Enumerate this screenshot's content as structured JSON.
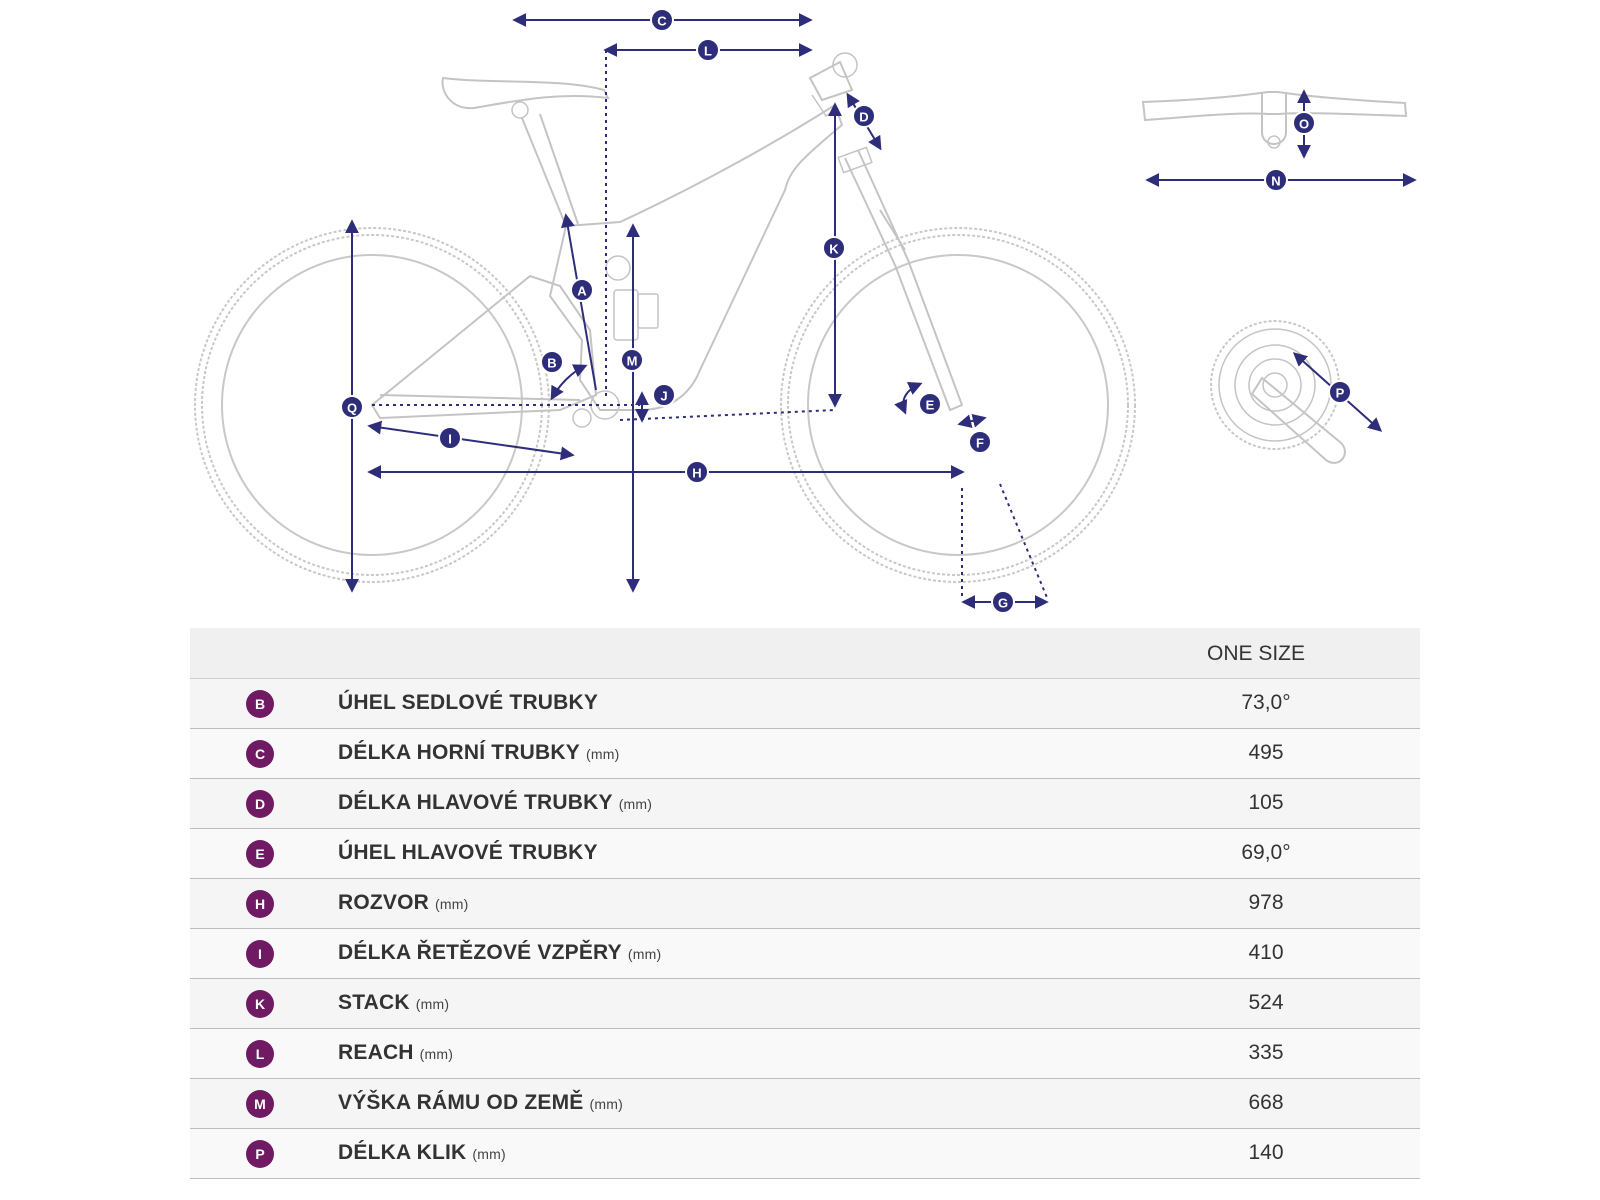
{
  "diagram": {
    "markers": [
      "A",
      "B",
      "C",
      "D",
      "E",
      "F",
      "G",
      "H",
      "I",
      "J",
      "K",
      "L",
      "M",
      "N",
      "O",
      "P",
      "Q"
    ]
  },
  "table": {
    "size_header": "ONE SIZE",
    "rows": [
      {
        "key": "B",
        "label": "ÚHEL SEDLOVÉ TRUBKY",
        "unit": "",
        "value": "73,0°"
      },
      {
        "key": "C",
        "label": "DÉLKA HORNÍ TRUBKY",
        "unit": "(mm)",
        "value": "495"
      },
      {
        "key": "D",
        "label": "DÉLKA HLAVOVÉ TRUBKY",
        "unit": "(mm)",
        "value": "105"
      },
      {
        "key": "E",
        "label": "ÚHEL HLAVOVÉ TRUBKY",
        "unit": "",
        "value": "69,0°"
      },
      {
        "key": "H",
        "label": "ROZVOR",
        "unit": "(mm)",
        "value": "978"
      },
      {
        "key": "I",
        "label": "DÉLKA ŘETĚZOVÉ VZPĚRY",
        "unit": "(mm)",
        "value": "410"
      },
      {
        "key": "K",
        "label": "STACK",
        "unit": "(mm)",
        "value": "524"
      },
      {
        "key": "L",
        "label": "REACH",
        "unit": "(mm)",
        "value": "335"
      },
      {
        "key": "M",
        "label": "VÝŠKA RÁMU OD ZEMĚ",
        "unit": "(mm)",
        "value": "668"
      },
      {
        "key": "P",
        "label": "DÉLKA KLIK",
        "unit": "(mm)",
        "value": "140"
      }
    ]
  },
  "colors": {
    "dimension": "#2e2d7a",
    "key_badge": "#6f1a63",
    "outline": "#c4c4c4"
  }
}
